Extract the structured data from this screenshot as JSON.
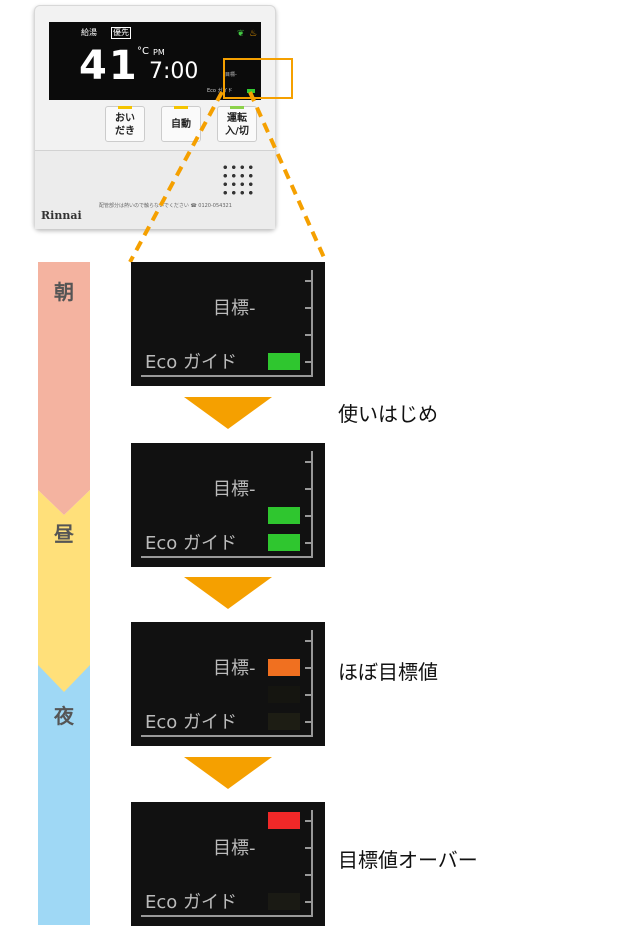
{
  "remote": {
    "brand": "Rinnai",
    "temp_label_1": "給湯",
    "temp_label_2": "優先",
    "temperature": "41",
    "unit": "°C",
    "ampm": "PM",
    "time": "7:00",
    "mini_target": "目標-",
    "mini_eco": "Eco ガイド",
    "buttons": [
      {
        "label": "おい\nだき"
      },
      {
        "label": "自動"
      },
      {
        "label": "運転\n入/切"
      }
    ],
    "fine_print": "配管部分は熱いので触らないでください ☎ 0120-054321"
  },
  "timeline": {
    "morning": "朝",
    "noon": "昼",
    "night": "夜"
  },
  "colors": {
    "accent": "#f5a000",
    "pink": "#f4b3a0",
    "yellow": "#ffe07a",
    "blue": "#9fd8f5",
    "green": "#2fc62f",
    "orange": "#f07020",
    "red": "#f02828"
  },
  "panels": [
    {
      "target_label": "目標-",
      "eco_label": "Eco ガイド",
      "caption": "使いはじめ"
    },
    {
      "target_label": "目標-",
      "eco_label": "Eco ガイド",
      "caption": ""
    },
    {
      "target_label": "目標-",
      "eco_label": "Eco ガイド",
      "caption": "ほぼ目標値"
    },
    {
      "target_label": "目標-",
      "eco_label": "Eco ガイド",
      "caption": "目標値オーバー"
    }
  ]
}
